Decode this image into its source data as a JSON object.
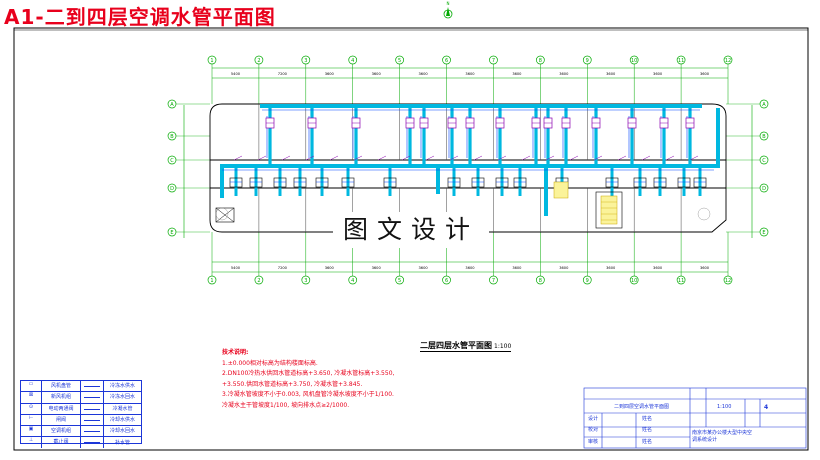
{
  "header": {
    "title": "A1-二到四层空调水管平面图"
  },
  "drawing": {
    "watermark": "图文设计",
    "plan_caption": "二层四层水管平面图",
    "plan_scale": "1:100",
    "north_label": "N",
    "grid_top_labels": [
      "1",
      "2",
      "3",
      "4",
      "5",
      "6",
      "7",
      "8",
      "9",
      "10",
      "11",
      "12"
    ],
    "grid_side_labels": [
      "A",
      "B",
      "C",
      "D",
      "E"
    ],
    "dims_top": [
      "5400",
      "7200",
      "3600",
      "3600",
      "3600",
      "3600",
      "3600",
      "3600",
      "3600",
      "3600",
      "3600",
      "5400"
    ],
    "dims_bottom": [
      "5400",
      "7200",
      "3600",
      "3600",
      "3600",
      "3600",
      "3600",
      "3600",
      "3600",
      "3600",
      "3600",
      "5400"
    ]
  },
  "notes": {
    "title": "技术说明:",
    "lines": [
      "1.±0.000相对标高为结构楼面标高.",
      "2.DN100冷热水供回水管道标高+3.650, 冷凝水管标高+3.550,",
      "  +3.550.供回水管道标高+3.750, 冷凝水管+3.845.",
      "3.冷凝水管坡度不小于0.003, 风机盘管冷凝水坡度不小于1/100.",
      "  冷凝水主干管坡度1/100, 坡向排水点≥2/1000."
    ]
  },
  "legend": {
    "rows": [
      {
        "sym": "▭",
        "name": "风机盘管",
        "name2": "冷冻水供水"
      },
      {
        "sym": "⊠",
        "name": "新风机组",
        "name2": "冷冻水回水"
      },
      {
        "sym": "⊙",
        "name": "电动两通阀",
        "name2": "冷凝水管"
      },
      {
        "sym": "⊢",
        "name": "闸阀",
        "name2": "冷却水供水"
      },
      {
        "sym": "▣",
        "name": "空调机组",
        "name2": "冷却水回水"
      },
      {
        "sym": "⊥",
        "name": "截止阀",
        "name2": "补水管"
      }
    ]
  },
  "title_block": {
    "drawing_name": "二到四层空调水管平面图",
    "scale": "1:100",
    "sheet_no": "4",
    "row_labels": [
      "设计",
      "校对",
      "审核"
    ],
    "row_codes": [
      "姓名",
      "姓名",
      "姓名"
    ],
    "project": "南京市某办公楼大型中央空调系统设计"
  },
  "colors": {
    "title": "#e8001c",
    "pipe_main": "#00b8e0",
    "pipe_branch": "#0044ff",
    "wall": "#000000",
    "grid": "#00aa00",
    "notes": "#e8001c",
    "annotation": "#8a00b0"
  }
}
